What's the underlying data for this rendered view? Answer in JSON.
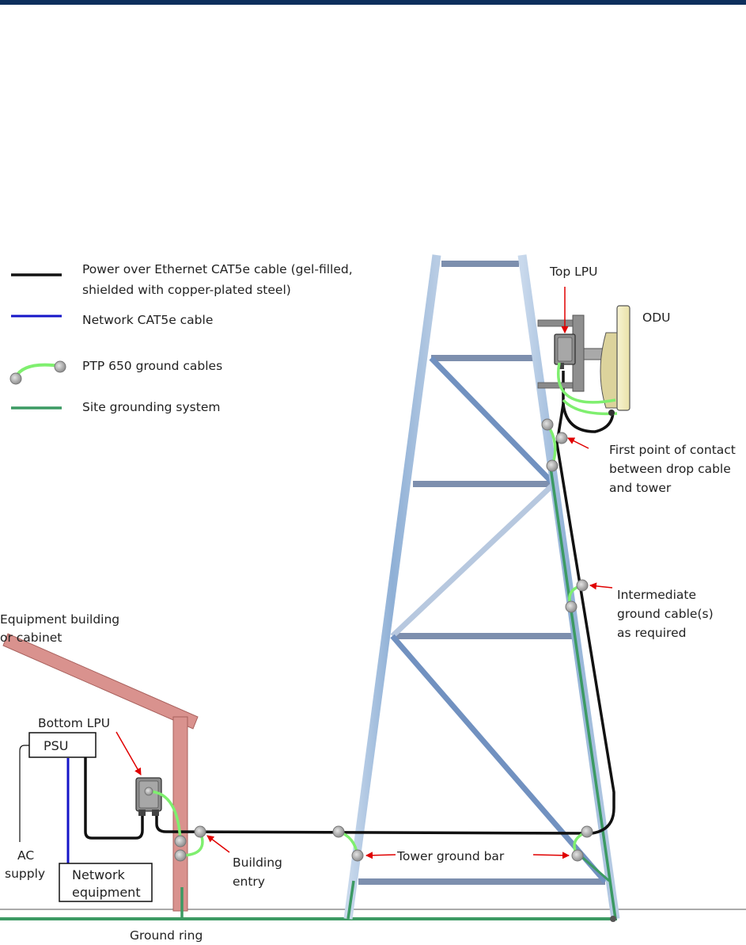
{
  "legend": {
    "poe_cable_line1": "Power over Ethernet CAT5e cable (gel-filled,",
    "poe_cable_line2": "shielded with copper-plated steel)",
    "network_cable": "Network CAT5e cable",
    "ground_cables": "PTP 650 ground cables",
    "site_grounding": "Site grounding system"
  },
  "labels": {
    "top_lpu": "Top LPU",
    "odu": "ODU",
    "first_contact_line1": "First point of contact",
    "first_contact_line2": "between drop cable",
    "first_contact_line3": "and tower",
    "intermediate_line1": "Intermediate",
    "intermediate_line2": "ground cable(s)",
    "intermediate_line3": "as required",
    "equipment_building_line1": "Equipment building",
    "equipment_building_line2": "or cabinet",
    "bottom_lpu": "Bottom LPU",
    "psu": "PSU",
    "ac_supply_line1": "AC",
    "ac_supply_line2": "supply",
    "network_equipment_line1": "Network",
    "network_equipment_line2": "equipment",
    "building_entry_line1": "Building",
    "building_entry_line2": "entry",
    "tower_ground_bar": "Tower ground bar",
    "ground_ring": "Ground ring"
  },
  "colors": {
    "header_bar": "#0d2f5c",
    "poe_cable": "#111111",
    "network_cable": "#1515c8",
    "ptp_ground_cable": "#7fef6f",
    "site_grounding": "#3c9a63",
    "tower_leg": "#9bb7d8",
    "tower_brace": "#6f8fbf",
    "building": "#d9928e",
    "pointer_arrow": "#e00000",
    "connector": "#9a9a9a"
  }
}
